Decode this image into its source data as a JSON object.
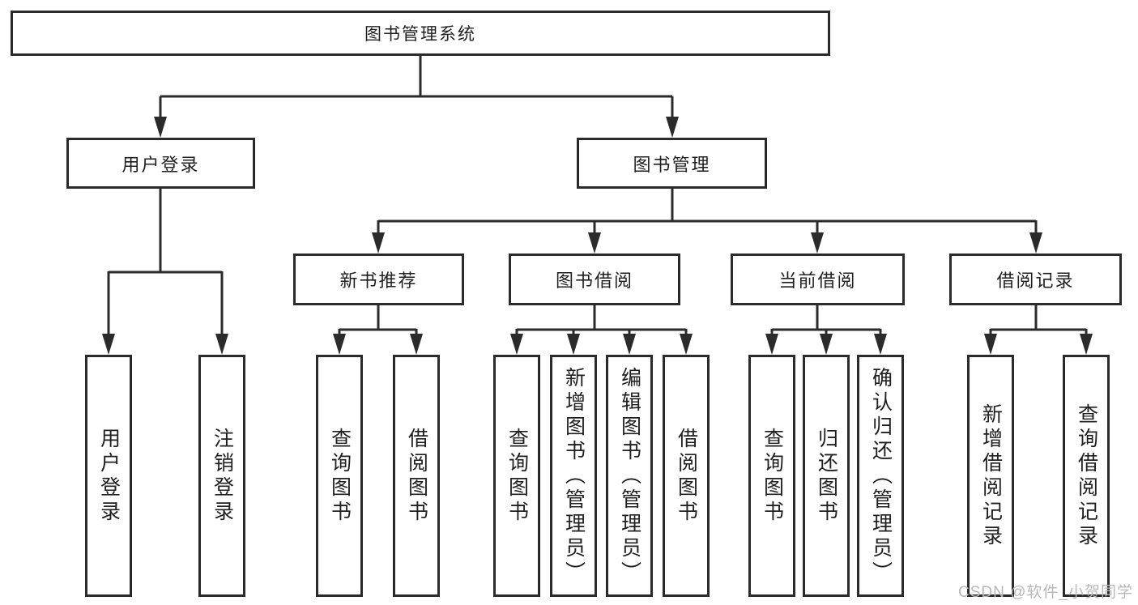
{
  "diagram": {
    "type": "hierarchy-tree",
    "colors": {
      "line": "#2b2b2b",
      "box_border": "#2b2b2b",
      "text": "#1f1f1f",
      "background": "#ffffff",
      "watermark": "#b7b7b7"
    },
    "root": {
      "id": "library-management-system",
      "label": "图书管理系统"
    },
    "level2": [
      {
        "id": "user-login",
        "label": "用户登录",
        "parent": "图书管理系统"
      },
      {
        "id": "book-management",
        "label": "图书管理",
        "parent": "图书管理系统"
      }
    ],
    "level3": [
      {
        "id": "new-book-recommendation",
        "label": "新书推荐",
        "parent": "图书管理"
      },
      {
        "id": "book-borrowing",
        "label": "图书借阅",
        "parent": "图书管理"
      },
      {
        "id": "current-borrowing",
        "label": "当前借阅",
        "parent": "图书管理"
      },
      {
        "id": "borrowing-records",
        "label": "借阅记录",
        "parent": "图书管理"
      }
    ],
    "level4": [
      {
        "id": "user-login-leaf",
        "label": "用户登录",
        "parent": "用户登录"
      },
      {
        "id": "logout",
        "label": "注销登录",
        "parent": "用户登录"
      },
      {
        "id": "query-books-recommend",
        "label": "查询图书",
        "parent": "新书推荐"
      },
      {
        "id": "borrow-books-recommend",
        "label": "借阅图书",
        "parent": "新书推荐"
      },
      {
        "id": "query-books-borrowing",
        "label": "查询图书",
        "parent": "图书借阅"
      },
      {
        "id": "add-books-admin",
        "label": "新增图书（管理员）",
        "parent": "图书借阅"
      },
      {
        "id": "edit-books-admin",
        "label": "编辑图书（管理员）",
        "parent": "图书借阅"
      },
      {
        "id": "borrow-books-borrowing",
        "label": "借阅图书",
        "parent": "图书借阅"
      },
      {
        "id": "query-books-current",
        "label": "查询图书",
        "parent": "当前借阅"
      },
      {
        "id": "return-books",
        "label": "归还图书",
        "parent": "当前借阅"
      },
      {
        "id": "confirm-return-admin",
        "label": "确认归还（管理员）",
        "parent": "当前借阅"
      },
      {
        "id": "add-borrowing-record",
        "label": "新增借阅记录",
        "parent": "借阅记录"
      },
      {
        "id": "query-borrowing-record",
        "label": "查询借阅记录",
        "parent": "借阅记录"
      }
    ],
    "watermark": "CSDN @软件_小贺同学"
  }
}
